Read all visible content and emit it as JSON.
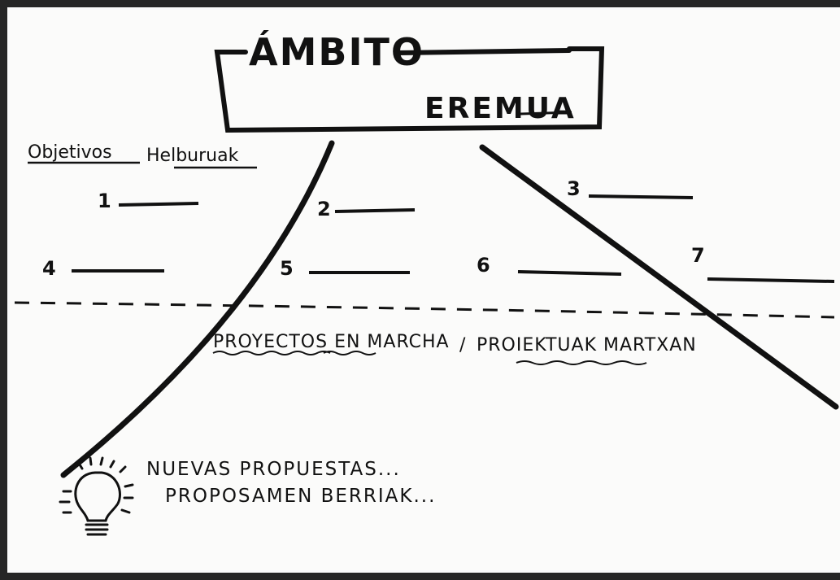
{
  "header": {
    "title": "ÁMBITO",
    "subtitle": "EREMUA"
  },
  "objectives": {
    "label_es": "Objetivos",
    "label_eu": "Helburuak",
    "items": [
      "1",
      "2",
      "3",
      "4",
      "5",
      "6",
      "7"
    ]
  },
  "projects": {
    "label_es": "PROYECTOS EN MARCHA",
    "separator": "/",
    "label_eu": "PROIEKTUAK MARTXAN"
  },
  "proposals": {
    "line1": "NUEVAS PROPUESTAS...",
    "line2": "PROPOSAMEN BERRIAK..."
  },
  "icons": {
    "idea": "lightbulb-icon"
  },
  "colors": {
    "ink": "#111111",
    "paper": "#fbfbfa",
    "scan_border": "#262626"
  }
}
